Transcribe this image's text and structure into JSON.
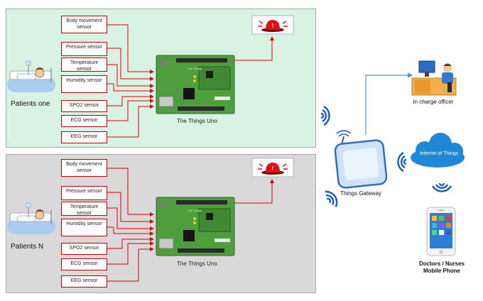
{
  "panels": [
    {
      "patient_label": "Patients one",
      "board_label": "The Things Uno",
      "sensors": [
        "Body movement sensor",
        "Pressure sensor",
        "Temperature sensor",
        "Humidity sensor",
        "SPO2 sensor",
        "ECG sensor",
        "EEG sensor"
      ]
    },
    {
      "patient_label": "Patients N",
      "board_label": "The Things Uno",
      "sensors": [
        "Body movement sensor",
        "Pressure sensor",
        "Temperature sensor",
        "Humidity sensor",
        "SPO2 sensor",
        "ECG sensor",
        "EEG sensor"
      ]
    }
  ],
  "gateway_label": "Things Gateway",
  "officer_label": "In charge officer",
  "cloud_label": "Internet of Things",
  "phone_label_line1": "Doctors / Nurses",
  "phone_label_line2": "Mobile Phone",
  "colors": {
    "panel_top": "#d8f2e3",
    "panel_bottom": "#d9d9d9",
    "wire": "#e00000",
    "board": "#4a9a3a",
    "wifi": "#1f5fb8",
    "cloud": "#1e88d6",
    "link": "#5a8fc8"
  },
  "icons": [
    "patient-bed-icon",
    "alarm-siren-icon",
    "wifi-icon",
    "gateway-router-icon",
    "officer-desk-icon",
    "cloud-icon",
    "mobile-phone-icon"
  ]
}
